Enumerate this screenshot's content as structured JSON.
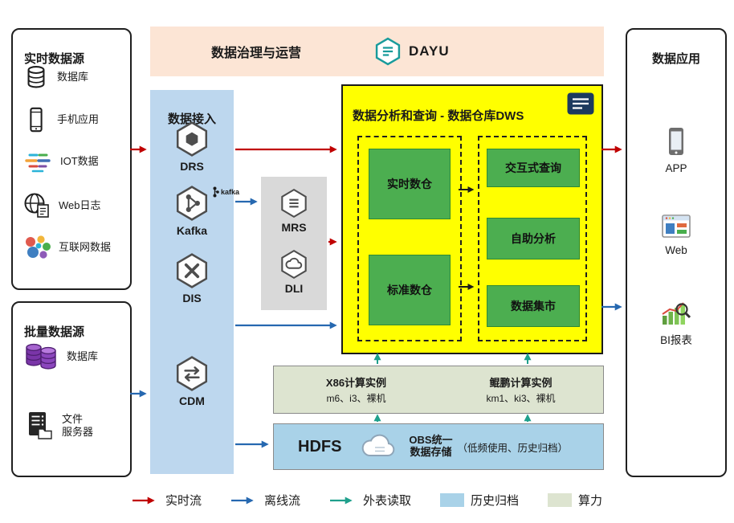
{
  "colors": {
    "realtime_flow_arrow": "#c00000",
    "offline_flow_arrow": "#2668b0",
    "external_read_arrow": "#1fa08c",
    "history_archive_fill": "#a9d2e8",
    "compute_power_fill": "#dde4d0",
    "dws_panel_fill": "#ffff00",
    "module_green_fill": "#4cae50",
    "ingestion_panel_fill": "#bdd7ee",
    "governance_panel_fill": "#fce5d5",
    "processing_panel_fill": "#d9d9d9"
  },
  "realtime_sources": {
    "title": "实时数据源",
    "items": [
      {
        "icon": "database-icon",
        "label": "数据库"
      },
      {
        "icon": "mobile-icon",
        "label": "手机应用"
      },
      {
        "icon": "iot-icon",
        "label": "IOT数据"
      },
      {
        "icon": "weblog-icon",
        "label": "Web日志"
      },
      {
        "icon": "internet-icon",
        "label": "互联网数据"
      }
    ]
  },
  "batch_sources": {
    "title": "批量数据源",
    "items": [
      {
        "icon": "database-purple-icon",
        "label": "数据库"
      },
      {
        "icon": "file-server-icon",
        "label": "文件\n服务器"
      }
    ]
  },
  "governance": {
    "title": "数据治理与运营",
    "logo_text": "DAYU"
  },
  "ingestion": {
    "title": "数据接入",
    "services": [
      {
        "name": "DRS"
      },
      {
        "name": "Kafka",
        "badge": "kafka"
      },
      {
        "name": "DIS"
      },
      {
        "name": "CDM"
      }
    ]
  },
  "processing": {
    "services": [
      {
        "name": "MRS"
      },
      {
        "name": "DLI"
      }
    ]
  },
  "dws": {
    "title": "数据分析和查询 - 数据仓库DWS",
    "warehouse_modules": [
      {
        "label": "实时数仓"
      },
      {
        "label": "标准数仓"
      }
    ],
    "query_modules": [
      {
        "label": "交互式查询"
      },
      {
        "label": "自助分析"
      },
      {
        "label": "数据集市"
      }
    ]
  },
  "compute": {
    "groups": [
      {
        "title": "X86计算实例",
        "subtitle": "m6、i3、裸机"
      },
      {
        "title": "鲲鹏计算实例",
        "subtitle": "km1、ki3、裸机"
      }
    ]
  },
  "storage": {
    "hdfs_label": "HDFS",
    "obs_title": "OBS统一数据存储",
    "obs_note": "（低频使用、历史归档）"
  },
  "applications": {
    "title": "数据应用",
    "items": [
      {
        "icon": "mobile-app-icon",
        "label": "APP"
      },
      {
        "icon": "web-browser-icon",
        "label": "Web"
      },
      {
        "icon": "bi-report-icon",
        "label": "BI报表"
      }
    ]
  },
  "legend": {
    "items": [
      {
        "label": "实时流",
        "kind": "arrow",
        "color": "#c00000"
      },
      {
        "label": "离线流",
        "kind": "arrow",
        "color": "#2668b0"
      },
      {
        "label": "外表读取",
        "kind": "arrow",
        "color": "#1fa08c"
      },
      {
        "label": "历史归档",
        "kind": "swatch",
        "color": "#a9d2e8"
      },
      {
        "label": "算力",
        "kind": "swatch",
        "color": "#dde4d0"
      }
    ]
  }
}
